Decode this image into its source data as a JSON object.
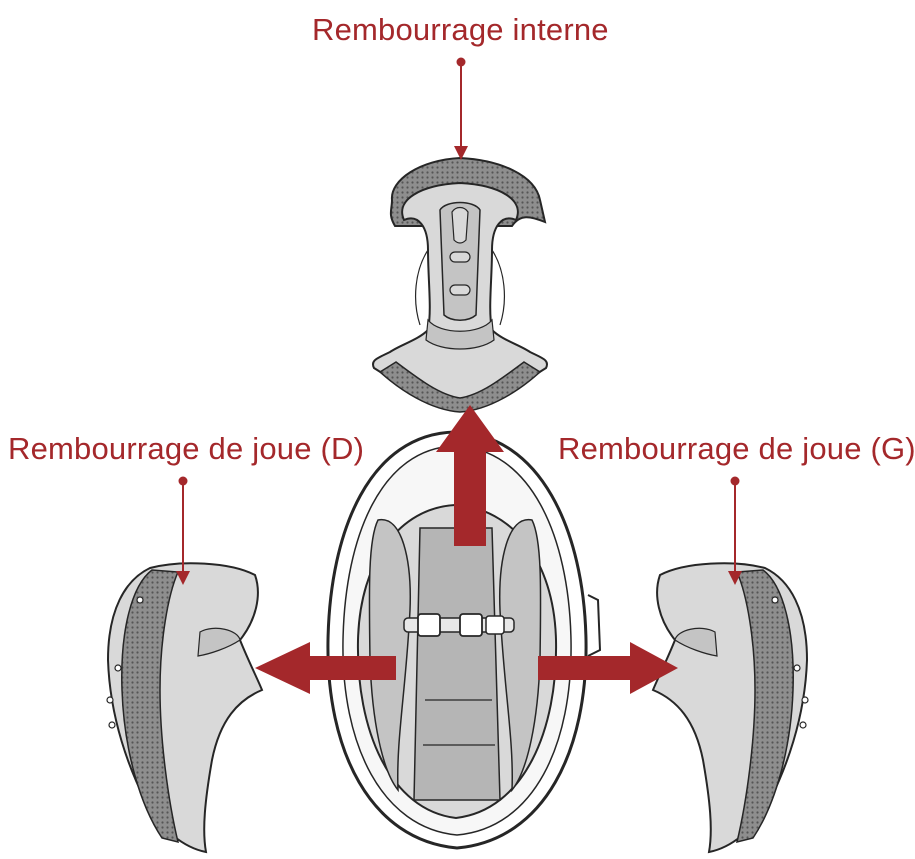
{
  "colors": {
    "accent": "#a4282b",
    "pad_fill": "#d9d9d9",
    "mesh_fill": "#8e8e8e",
    "outline": "#262626",
    "background": "#ffffff"
  },
  "labels": {
    "inner_pad": "Rembourrage interne",
    "cheek_pad_right": "Rembourrage de joue (D)",
    "cheek_pad_left": "Rembourrage de joue (G)"
  }
}
